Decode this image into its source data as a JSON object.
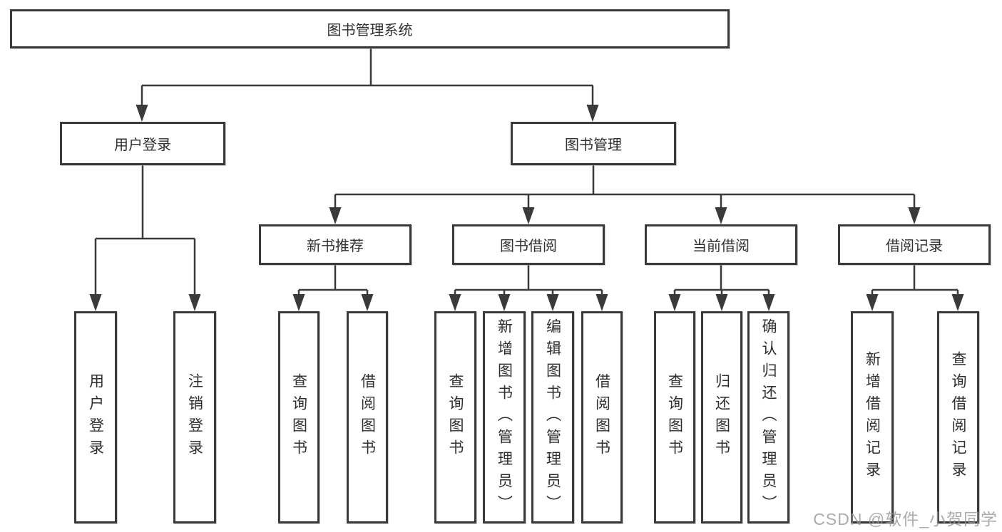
{
  "tree": {
    "root": {
      "label": "图书管理系统"
    },
    "branches": [
      {
        "label": "用户登录",
        "children": [
          {
            "label": "用户登录"
          },
          {
            "label": "注销登录"
          }
        ]
      },
      {
        "label": "图书管理",
        "children": [
          {
            "label": "新书推荐",
            "children": [
              {
                "label": "查询图书"
              },
              {
                "label": "借阅图书"
              }
            ]
          },
          {
            "label": "图书借阅",
            "children": [
              {
                "label": "查询图书"
              },
              {
                "label": "新增图书（管理员）"
              },
              {
                "label": "编辑图书（管理员）"
              },
              {
                "label": "借阅图书"
              }
            ]
          },
          {
            "label": "当前借阅",
            "children": [
              {
                "label": "查询图书"
              },
              {
                "label": "归还图书"
              },
              {
                "label": "确认归还（管理员）"
              }
            ]
          },
          {
            "label": "借阅记录",
            "children": [
              {
                "label": "新增借阅记录"
              },
              {
                "label": "查询借阅记录"
              }
            ]
          }
        ]
      }
    ]
  },
  "watermark": {
    "text": "CSDN @软件_小贺同学"
  },
  "colors": {
    "line": "#3a3a3a",
    "text": "#2f2f2f",
    "watermark": "#a0a0a0"
  }
}
